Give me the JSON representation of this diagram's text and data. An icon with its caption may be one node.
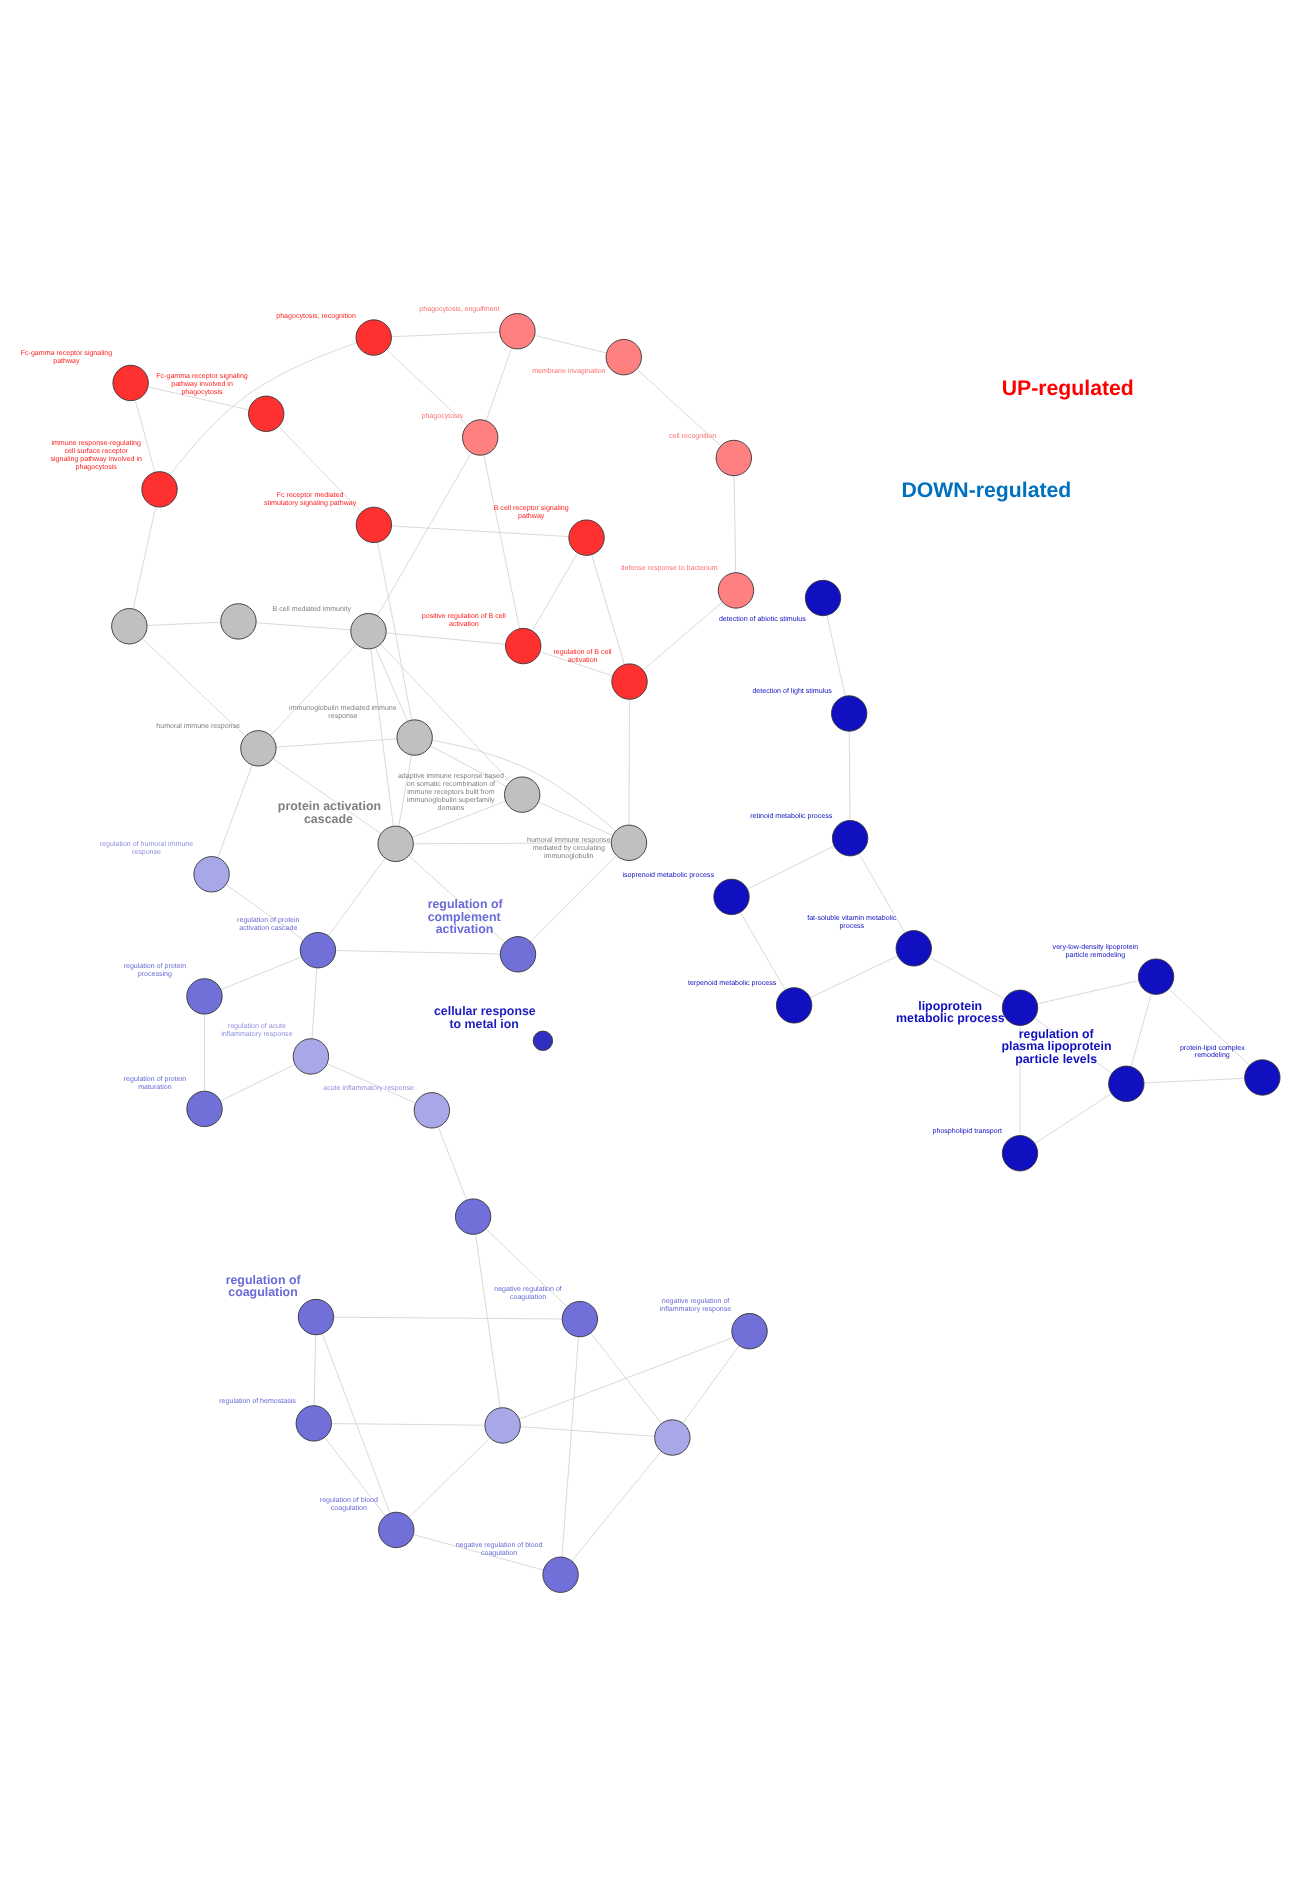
{
  "diagram": {
    "nodes": [
      {
        "text": [
          "protein activation cascade"
        ]
      },
      {
        "text": [
          "B cell mediated immunity"
        ]
      },
      {
        "text": [
          "humoral immune response"
        ]
      },
      {
        "text": [
          "immunoglobulin mediated immune response"
        ]
      },
      {
        "text": [
          "adaptive immune response based on somatic recombination of immune receptors built from immunoglobulin superfamily domains"
        ]
      },
      {
        "text": [
          "humoral immune response mediated by circulating immunoglobulin"
        ]
      },
      {
        "text": [],
        "shape": "circle"
      },
      {
        "text": [],
        "shape": "circle"
      },
      {
        "text": [
          "phagocytosis"
        ]
      },
      {
        "text": [
          "phagocytosis, engulfment"
        ]
      },
      {
        "text": [
          "membrane invagination"
        ]
      },
      {
        "text": [
          "cell recognition"
        ]
      },
      {
        "text": [
          "positive regulation of B cell activation"
        ]
      },
      {
        "text": [
          "Fc receptor mediated stimulatory signaling pathway"
        ]
      },
      {
        "text": [
          "B cell receptor signaling pathway"
        ]
      },
      {
        "text": [
          "Fc-gamma receptor signaling pathway involved in phagocytosis"
        ]
      },
      {
        "text": [
          "regulation of B cell activation"
        ]
      },
      {
        "text": [
          "defense response to bacterium"
        ]
      },
      {
        "text": [
          "Fc-gamma receptor signaling pathway"
        ]
      },
      {
        "text": [
          "immune response-regulating cell surface receptor signaling pathway involved in phagocytosis"
        ]
      },
      {
        "text": [
          "phagocytosis, recognition"
        ]
      },
      {
        "text": [
          "regulation of humoral immune response"
        ]
      },
      {
        "text": [
          "regulation of protein activation cascade"
        ]
      },
      {
        "text": [
          "regulation of complement activation"
        ]
      },
      {
        "text": [
          "regulation of acute inflammatory response"
        ]
      },
      {
        "text": [
          "regulation of protein maturation"
        ]
      },
      {
        "text": [
          "regulation of protein processing"
        ]
      },
      {
        "text": [
          "acute inflammatory response"
        ]
      },
      {
        "text": [
          "negative regulation of inflammatory response"
        ]
      },
      {
        "text": [],
        "shape": "circle"
      },
      {
        "text": [],
        "shape": "circle"
      },
      {
        "text": [],
        "shape": "circle"
      },
      {
        "text": [
          "regulation of hemostasis"
        ]
      },
      {
        "text": [
          "regulation of blood coagulation"
        ]
      },
      {
        "text": [
          "negative regulation of blood coagulation"
        ]
      },
      {
        "text": [
          "negative regulation of coagulation"
        ]
      },
      {
        "text": [
          "regulation of coagulation"
        ]
      },
      {
        "text": [
          "cellular response to metal ion"
        ]
      },
      {
        "text": [
          "lipoprotein metabolic process"
        ]
      },
      {
        "text": [
          "regulation of plasma lipoprotein particle levels"
        ]
      },
      {
        "text": [
          "fat-soluble vitamin metabolic process"
        ]
      },
      {
        "text": [
          "terpenoid metabolic process"
        ]
      },
      {
        "text": [
          "isoprenoid metabolic process"
        ]
      },
      {
        "text": [
          "retinoid metabolic process"
        ]
      },
      {
        "text": [
          "detection of light stimulus"
        ]
      },
      {
        "text": [
          "detection of abiotic stimulus"
        ]
      },
      {
        "text": [
          "phospholipid transport"
        ]
      },
      {
        "text": [
          "very-low-density lipoprotein particle remodeling"
        ]
      },
      {
        "text": [
          "protein-lipid complex remodeling"
        ]
      }
    ],
    "edges": [
      {
        "from": 0,
        "to": 1,
        "arrow": "none"
      },
      {
        "from": 0,
        "to": 2,
        "arrow": "none"
      },
      {
        "from": 0,
        "to": 3,
        "arrow": "none"
      },
      {
        "from": 0,
        "to": 4,
        "arrow": "none"
      },
      {
        "from": 0,
        "to": 5,
        "arrow": "none"
      },
      {
        "from": 1,
        "to": 2,
        "arrow": "none"
      },
      {
        "from": 1,
        "to": 3,
        "arrow": "none"
      },
      {
        "from": 1,
        "to": 6,
        "arrow": "none"
      },
      {
        "from": 2,
        "to": 3,
        "arrow": "none"
      },
      {
        "from": 3,
        "to": 4,
        "arrow": "none"
      },
      {
        "from": 4,
        "to": 5,
        "arrow": "none"
      },
      {
        "from": 6,
        "to": 7,
        "arrow": "none"
      },
      {
        "from": 2,
        "to": 7,
        "arrow": "none"
      },
      {
        "from": 1,
        "to": 4,
        "arrow": "none"
      },
      {
        "from": 3,
        "to": 5,
        "arrow": "none"
      },
      {
        "from": 8,
        "to": 9,
        "arrow": "none"
      },
      {
        "from": 9,
        "to": 10,
        "arrow": "none"
      },
      {
        "from": 10,
        "to": 11,
        "arrow": "none"
      },
      {
        "from": 8,
        "to": 12,
        "arrow": "none"
      },
      {
        "from": 12,
        "to": 16,
        "arrow": "none"
      },
      {
        "from": 13,
        "to": 14,
        "arrow": "none"
      },
      {
        "from": 14,
        "to": 16,
        "arrow": "none"
      },
      {
        "from": 13,
        "to": 15,
        "arrow": "none"
      },
      {
        "from": 15,
        "to": 18,
        "arrow": "none"
      },
      {
        "from": 18,
        "to": 19,
        "arrow": "none"
      },
      {
        "from": 19,
        "to": 20,
        "arrow": "none"
      },
      {
        "from": 20,
        "to": 8,
        "arrow": "none"
      },
      {
        "from": 17,
        "to": 11,
        "arrow": "none"
      },
      {
        "from": 17,
        "to": 16,
        "arrow": "none"
      },
      {
        "from": 9,
        "to": 20,
        "arrow": "none"
      },
      {
        "from": 12,
        "to": 14,
        "arrow": "none"
      },
      {
        "from": 1,
        "to": 8,
        "arrow": "none"
      },
      {
        "from": 1,
        "to": 12,
        "arrow": "none"
      },
      {
        "from": 3,
        "to": 13,
        "arrow": "none"
      },
      {
        "from": 5,
        "to": 16,
        "arrow": "none"
      },
      {
        "from": 7,
        "to": 19,
        "arrow": "none"
      },
      {
        "from": 21,
        "to": 22,
        "arrow": "none"
      },
      {
        "from": 22,
        "to": 23,
        "arrow": "none"
      },
      {
        "from": 21,
        "to": 2,
        "arrow": "none"
      },
      {
        "from": 22,
        "to": 0,
        "arrow": "none"
      },
      {
        "from": 23,
        "to": 0,
        "arrow": "none"
      },
      {
        "from": 23,
        "to": 5,
        "arrow": "none"
      },
      {
        "from": 24,
        "to": 27,
        "arrow": "none"
      },
      {
        "from": 24,
        "to": 25,
        "arrow": "none"
      },
      {
        "from": 25,
        "to": 26,
        "arrow": "none"
      },
      {
        "from": 22,
        "to": 26,
        "arrow": "none"
      },
      {
        "from": 27,
        "to": 29,
        "arrow": "none"
      },
      {
        "from": 29,
        "to": 30,
        "arrow": "none"
      },
      {
        "from": 30,
        "to": 31,
        "arrow": "none"
      },
      {
        "from": 28,
        "to": 31,
        "arrow": "none"
      },
      {
        "from": 28,
        "to": 30,
        "arrow": "none"
      },
      {
        "from": 24,
        "to": 22,
        "arrow": "none"
      },
      {
        "from": 30,
        "to": 32,
        "arrow": "none"
      },
      {
        "from": 30,
        "to": 33,
        "arrow": "none"
      },
      {
        "from": 31,
        "to": 34,
        "arrow": "none"
      },
      {
        "from": 31,
        "to": 35,
        "arrow": "none"
      },
      {
        "from": 29,
        "to": 35,
        "arrow": "none"
      },
      {
        "from": 32,
        "to": 33,
        "arrow": "none"
      },
      {
        "from": 33,
        "to": 34,
        "arrow": "none"
      },
      {
        "from": 34,
        "to": 35,
        "arrow": "none"
      },
      {
        "from": 32,
        "to": 36,
        "arrow": "none"
      },
      {
        "from": 33,
        "to": 36,
        "arrow": "none"
      },
      {
        "from": 35,
        "to": 36,
        "arrow": "none"
      },
      {
        "from": 38,
        "to": 39,
        "arrow": "none"
      },
      {
        "from": 38,
        "to": 40,
        "arrow": "none"
      },
      {
        "from": 40,
        "to": 41,
        "arrow": "none"
      },
      {
        "from": 41,
        "to": 42,
        "arrow": "none"
      },
      {
        "from": 42,
        "to": 43,
        "arrow": "none"
      },
      {
        "from": 43,
        "to": 44,
        "arrow": "none"
      },
      {
        "from": 44,
        "to": 45,
        "arrow": "none"
      },
      {
        "from": 38,
        "to": 46,
        "arrow": "none"
      },
      {
        "from": 38,
        "to": 47,
        "arrow": "none"
      },
      {
        "from": 47,
        "to": 48,
        "arrow": "none"
      },
      {
        "from": 39,
        "to": 48,
        "arrow": "none"
      },
      {
        "from": 39,
        "to": 46,
        "arrow": "none"
      },
      {
        "from": 39,
        "to": 47,
        "arrow": "none"
      },
      {
        "from": 43,
        "to": 40,
        "arrow": "none"
      }
    ],
    "legend": [
      {
        "text": "UP-regulated",
        "color": "#ff0000"
      },
      {
        "text": "DOWN-regulated",
        "color": "#0070c0"
      }
    ]
  }
}
